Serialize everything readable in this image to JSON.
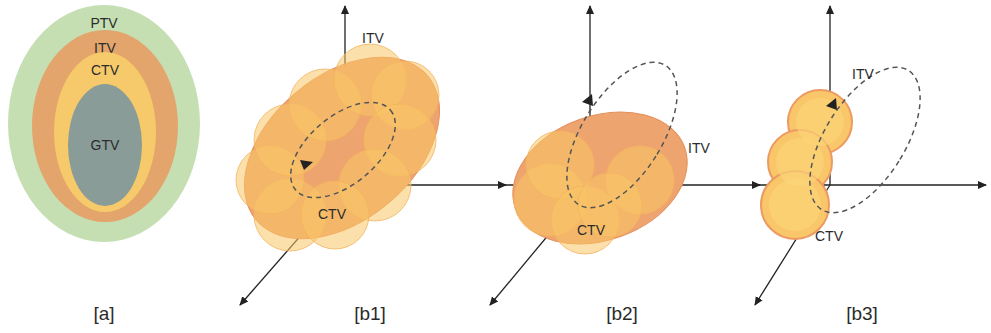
{
  "diagram": {
    "nodes": [
      {
        "text": [
          "PTV"
        ]
      },
      {
        "text": [
          "ITV"
        ],
        "in": 0
      },
      {
        "text": [
          "CTV"
        ],
        "in": 1
      },
      {
        "text": [
          "GTV"
        ],
        "in": 2
      }
    ],
    "labels": [
      "ITV",
      "CTV",
      "ITV",
      "CTV",
      "ITV",
      "CTV",
      "[a]",
      "[b1]",
      "[b2]",
      "[b3]"
    ]
  }
}
